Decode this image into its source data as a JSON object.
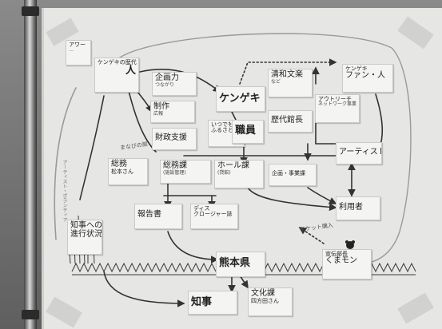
{
  "notes": {
    "top_left_small": {
      "line1": "アワー",
      "line2": "…"
    },
    "person_top": {
      "line1": "ケンゲキの歴代",
      "line2": "人"
    },
    "planning_ability": {
      "line1": "企画力",
      "line2": "つながり"
    },
    "production": {
      "line1": "制作",
      "line2": "広報"
    },
    "kengeki": {
      "line1": "ケンゲキ"
    },
    "public_cooperation": {
      "line1": "清和文楽",
      "line2": "など"
    },
    "kengeki_fans": {
      "line1": "ケンゲキ",
      "line2": "ファン・人"
    },
    "financial_support": {
      "line1": "財政支援"
    },
    "pride": {
      "line1": "いつでも",
      "line2": "ふるさと"
    },
    "staff": {
      "line1": "職員"
    },
    "history_director": {
      "line1": "歴代館長"
    },
    "outreach": {
      "line1": "アウトリーチ",
      "line2": "ネットワーク事業"
    },
    "artist": {
      "line1": "アーティスト"
    },
    "general_affairs_person": {
      "line1": "総務",
      "line2": "松本さん"
    },
    "general_affairs_section": {
      "line1": "総務課",
      "line2": "(施設管理)"
    },
    "hall_section": {
      "line1": "ホール課",
      "line2": "(貸館)"
    },
    "planning_business": {
      "line1": "企画・事業課"
    },
    "users": {
      "line1": "利用者"
    },
    "report": {
      "line1": "報告書"
    },
    "disclosure": {
      "line1": "ディス",
      "line2": "クロージャー誌"
    },
    "governor_progress": {
      "line1": "知事への",
      "line2": "進行状況"
    },
    "kumamoto_pref": {
      "line1": "熊本県"
    },
    "pr_chief": {
      "line1": "宣伝部長",
      "line2": "くまモン"
    },
    "governor": {
      "line1": "知事"
    },
    "culture_section": {
      "line1": "文化課",
      "line2": "四方田さん"
    }
  },
  "handwriting": {
    "left_vertical": "アーティスト・ボランティア",
    "small_label": "まなびの館",
    "ticket_label": "チケット購入"
  }
}
